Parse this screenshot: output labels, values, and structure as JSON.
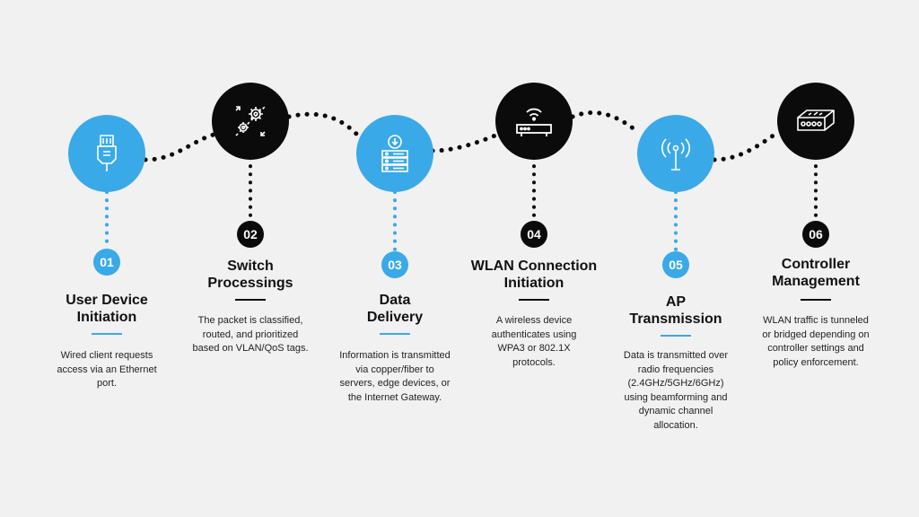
{
  "steps": [
    {
      "number": "01",
      "title_line1": "User Device",
      "title_line2": "Initiation",
      "description": [
        "Wired client requests",
        "access via an Ethernet",
        "port."
      ],
      "icon": "ethernet-plug-icon",
      "theme": "blue"
    },
    {
      "number": "02",
      "title_line1": "Switch",
      "title_line2": "Processings",
      "description": [
        "The packet is classified,",
        "routed, and prioritized",
        "based on VLAN/QoS tags."
      ],
      "icon": "network-gear-icon",
      "theme": "black"
    },
    {
      "number": "03",
      "title_line1": "Data",
      "title_line2": "Delivery",
      "description": [
        "Information is transmitted",
        "via copper/fiber to",
        "servers, edge devices, or",
        "the Internet Gateway."
      ],
      "icon": "server-icon",
      "theme": "blue"
    },
    {
      "number": "04",
      "title_line1": "WLAN Connection",
      "title_line2": "Initiation",
      "description": [
        "A wireless device",
        "authenticates using",
        "WPA3 or 802.1X",
        "protocols."
      ],
      "icon": "wifi-router-icon",
      "theme": "black"
    },
    {
      "number": "05",
      "title_line1": "AP",
      "title_line2": "Transmission",
      "description": [
        "Data is transmitted over",
        "radio frequencies",
        "(2.4GHz/5GHz/6GHz)",
        "using beamforming and",
        "dynamic channel",
        "allocation."
      ],
      "icon": "antenna-icon",
      "theme": "blue"
    },
    {
      "number": "06",
      "title_line1": "Controller",
      "title_line2": "Management",
      "description": [
        "WLAN traffic is tunneled",
        "or bridged depending on",
        "controller settings and",
        "policy enforcement."
      ],
      "icon": "controller-box-icon",
      "theme": "black"
    }
  ],
  "colors": {
    "blue": "#3aa9e8",
    "black": "#0b0b0b",
    "background": "#f1f1f1"
  }
}
